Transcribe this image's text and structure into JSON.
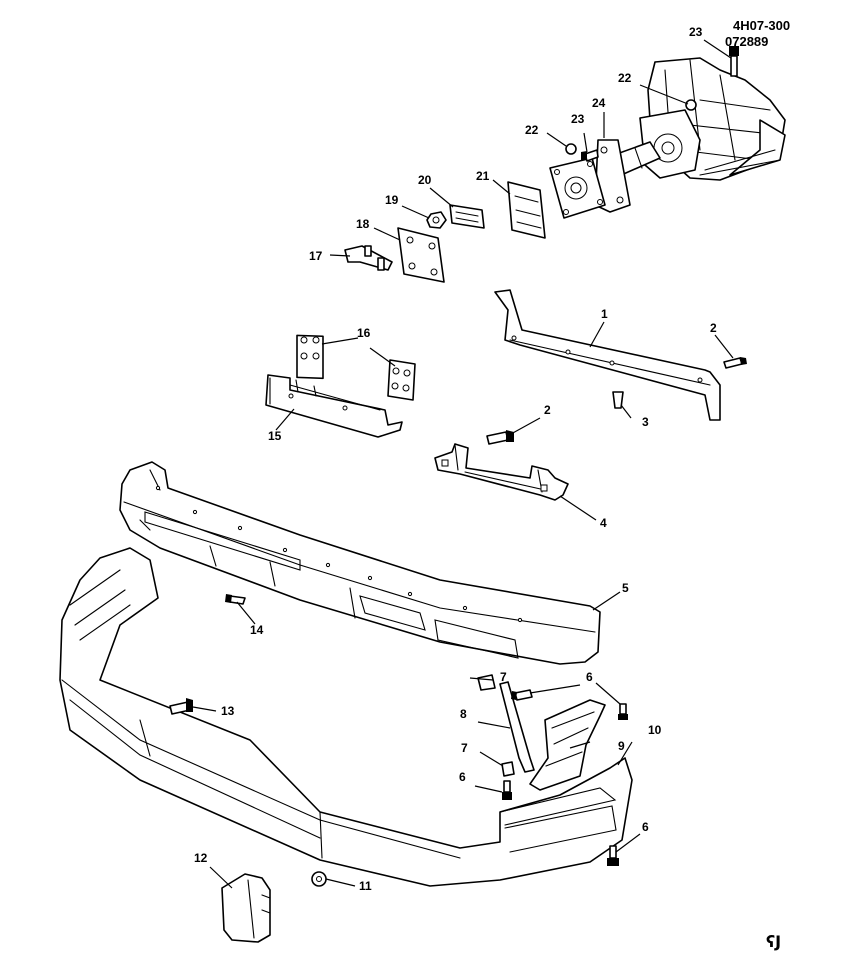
{
  "header": {
    "drawing_number": "4H07-300",
    "date_code": "072889"
  },
  "callouts": [
    "1",
    "2",
    "2",
    "3",
    "4",
    "5",
    "6",
    "6",
    "6",
    "7",
    "7",
    "8",
    "9",
    "10",
    "11",
    "12",
    "13",
    "14",
    "15",
    "16",
    "17",
    "18",
    "19",
    "20",
    "21",
    "22",
    "22",
    "23",
    "23",
    "24"
  ],
  "footer_mark": "ʕJ"
}
